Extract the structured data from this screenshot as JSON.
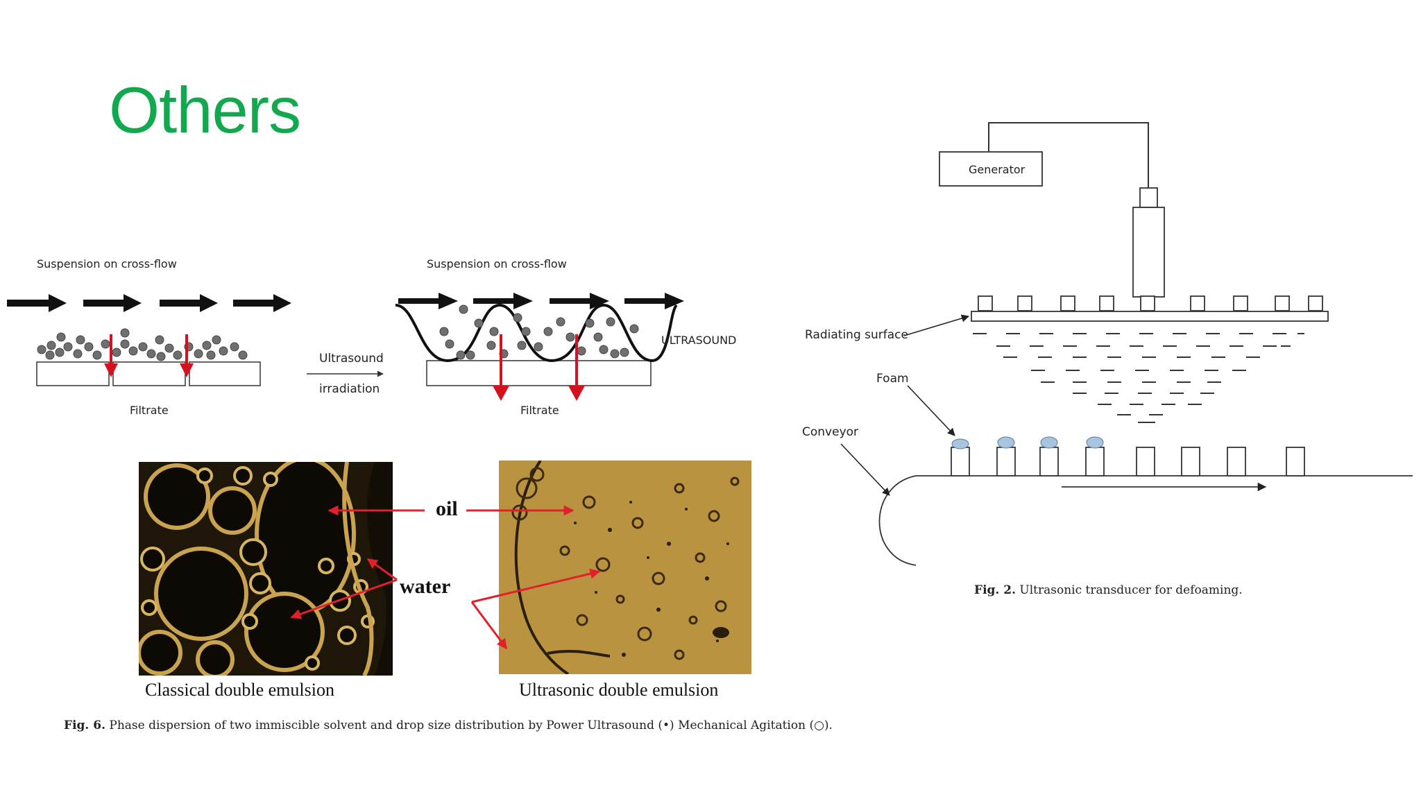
{
  "slide": {
    "title": "Others"
  },
  "filtration": {
    "left_label_top": "Suspension on cross-flow",
    "right_label_top": "Suspension on cross-flow",
    "left_filtrate": "Filtrate",
    "right_filtrate": "Filtrate",
    "arrow_line1": "Ultrasound",
    "arrow_line2": "irradiation",
    "ultrasound_tag": "ULTRASOUND"
  },
  "emulsion": {
    "oil_label": "oil",
    "water_label": "water",
    "left_caption": "Classical double emulsion",
    "right_caption": "Ultrasonic double emulsion",
    "fig_label": "Fig. 6.",
    "fig_text": "Phase dispersion of two immiscible solvent and drop size distribution by Power Ultrasound (•) Mechanical Agitation (○).",
    "colors": {
      "photo_dark": "#1a1408",
      "photo_gold": "#b9933f",
      "arrow_red": "#e0202a"
    }
  },
  "defoaming": {
    "generator": "Generator",
    "radiating_surface": "Radiating surface",
    "foam": "Foam",
    "conveyor": "Conveyor",
    "fig_label": "Fig. 2.",
    "fig_text": "Ultrasonic transducer for defoaming."
  }
}
